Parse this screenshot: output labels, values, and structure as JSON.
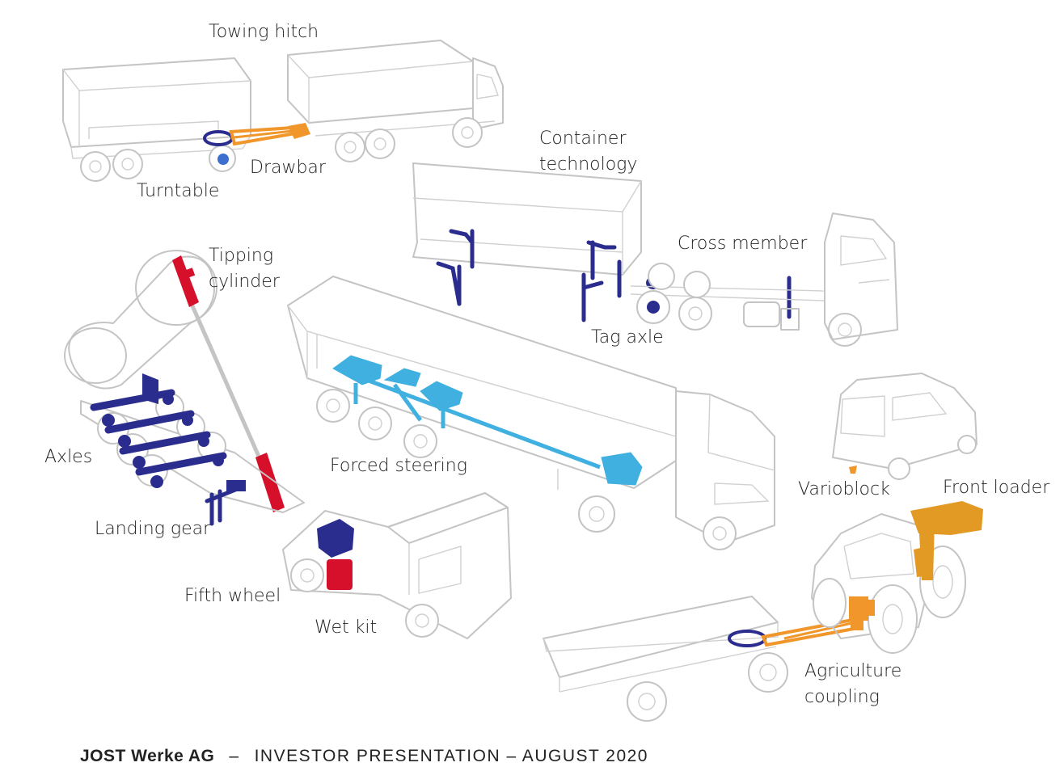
{
  "labels": {
    "towing_hitch": "Towing hitch",
    "drawbar": "Drawbar",
    "turntable": "Turntable",
    "container_technology": "Container\ntechnology",
    "cross_member": "Cross member",
    "tag_axle": "Tag axle",
    "tipping_cylinder": "Tipping\ncylinder",
    "axles": "Axles",
    "forced_steering": "Forced steering",
    "landing_gear": "Landing gear",
    "fifth_wheel": "Fifth wheel",
    "wet_kit": "Wet kit",
    "varioblock": "Varioblock",
    "front_loader": "Front loader",
    "agriculture_coupling": "Agriculture\ncoupling"
  },
  "footer": {
    "company": "JOST Werke AG",
    "separator": "–",
    "subtitle": "INVESTOR PRESENTATION – AUGUST 2020"
  },
  "colors": {
    "outline": "#c4c4c4",
    "orange": "#f0962b",
    "navy": "#2b2d8e",
    "cyan": "#3fb0e0",
    "red": "#d6102a",
    "gold": "#e39a24"
  }
}
